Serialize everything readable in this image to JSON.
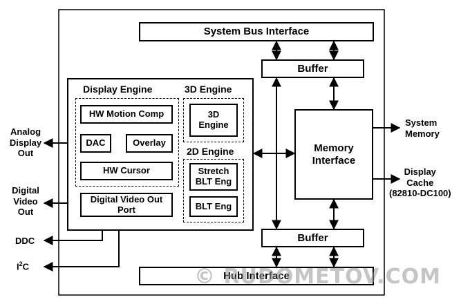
{
  "blocks": {
    "system_bus": "System Bus Interface",
    "buffer_top": "Buffer",
    "buffer_bottom": "Buffer",
    "hub": "Hub Interface",
    "memory": "Memory\nInterface",
    "display_engine": "Display Engine",
    "engine_3d": "3D Engine",
    "engine_3d_inner": "3D\nEngine",
    "engine_2d": "2D Engine",
    "stretch": "Stretch\nBLT Eng",
    "blt": "BLT Eng",
    "hw_motion": "HW Motion Comp",
    "dac": "DAC",
    "overlay": "Overlay",
    "hw_cursor": "HW Cursor",
    "dvo_port": "Digital Video Out\nPort"
  },
  "external": {
    "analog": "Analog\nDisplay\nOut",
    "digital": "Digital\nVideo\nOut",
    "ddc": "DDC",
    "i2c_main": "I",
    "i2c_sup": "2",
    "i2c_tail": "C",
    "sys_mem": "System\nMemory",
    "display_cache": "Display\nCache\n(82810-DC100)"
  },
  "watermark": "© RUDOMETOV.COM"
}
